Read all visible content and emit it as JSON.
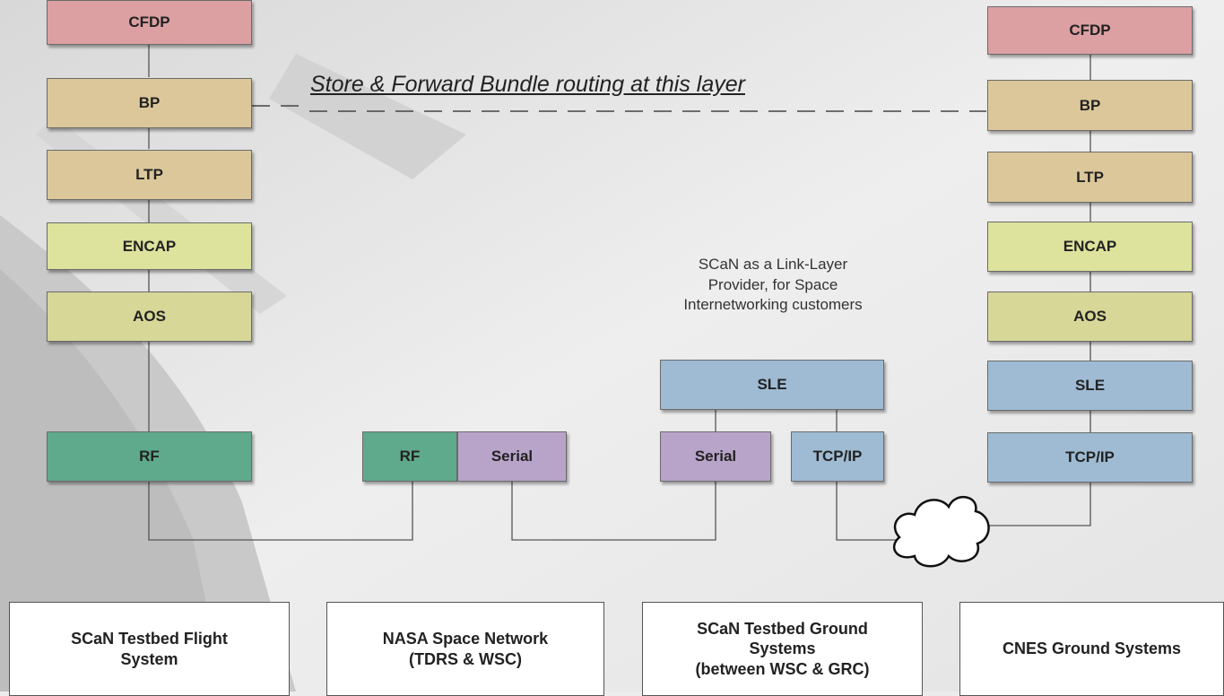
{
  "colors": {
    "cfdp": "#dca0a2",
    "bp": "#dbc79a",
    "ltp": "#dbc79a",
    "encap": "#dde29c",
    "aos": "#d7d798",
    "rf": "#5fa98c",
    "serial": "#b8a4c9",
    "sle": "#9fbbd3",
    "tcpip": "#9fbbd3"
  },
  "flight_stack": {
    "cfdp": "CFDP",
    "bp": "BP",
    "ltp": "LTP",
    "encap": "ENCAP",
    "aos": "AOS",
    "rf": "RF"
  },
  "space_network": {
    "rf": "RF",
    "serial": "Serial"
  },
  "testbed_ground": {
    "sle": "SLE",
    "serial": "Serial",
    "tcpip": "TCP/IP",
    "note": "SCaN as a Link-Layer\nProvider, for Space\nInternetworking customers"
  },
  "cnes_stack": {
    "cfdp": "CFDP",
    "bp": "BP",
    "ltp": "LTP",
    "encap": "ENCAP",
    "aos": "AOS",
    "sle": "SLE",
    "tcpip": "TCP/IP"
  },
  "routing_label": "Store & Forward Bundle routing at this layer",
  "systems": {
    "flight": "SCaN Testbed Flight\nSystem",
    "nasa": "NASA Space Network\n(TDRS & WSC)",
    "ground": "SCaN Testbed Ground\nSystems\n(between WSC & GRC)",
    "cnes": "CNES Ground Systems"
  }
}
